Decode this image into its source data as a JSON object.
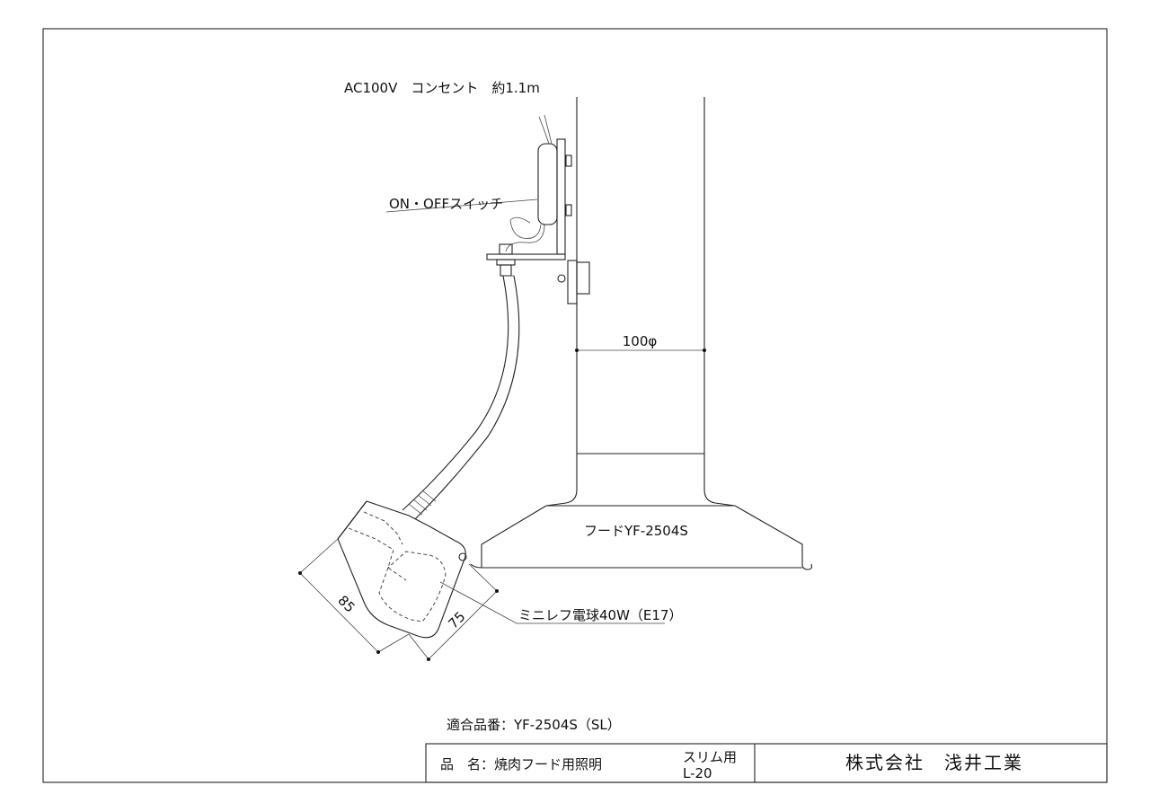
{
  "labels": {
    "power_note": "AC100V　コンセント　約1.1m",
    "switch_note": "ON・OFFスイッチ",
    "diameter_dim": "100φ",
    "hood_label": "フードYF-2504S",
    "bulb_note": "ミニレフ電球40W（E17）",
    "dim_85": "85",
    "dim_75": "75",
    "compatible": "適合品番：YF-2504S（SL）"
  },
  "title_block": {
    "product_name": "品　名：焼肉フード用照明",
    "variant_top": "スリム用",
    "variant_bottom": "L-20",
    "company": "株式会社　浅井工業"
  }
}
